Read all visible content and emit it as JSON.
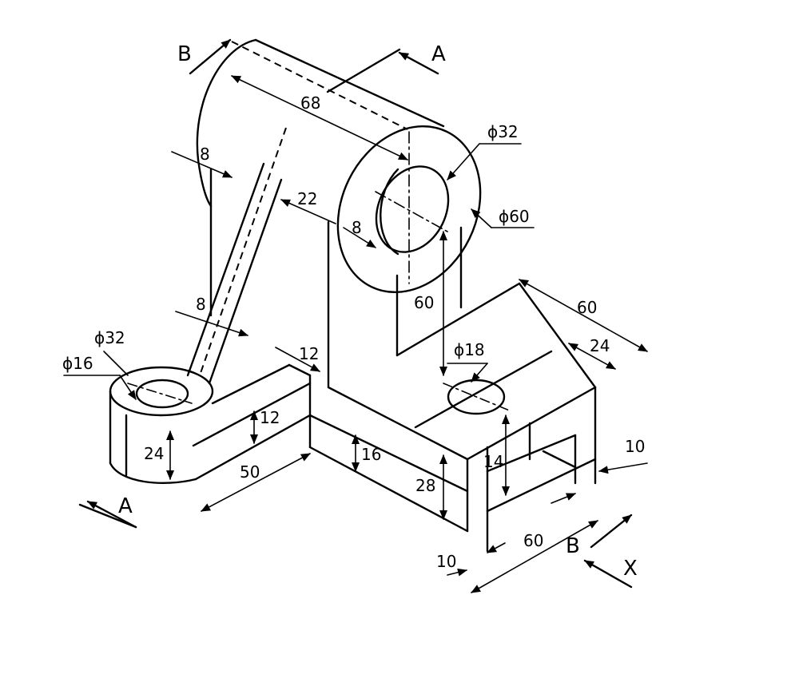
{
  "dimensions": {
    "d68": "68",
    "d8_top": "8",
    "d22": "22",
    "d8_bore": "8",
    "phi32_top": "ϕ32",
    "phi60": "ϕ60",
    "d60_height": "60",
    "d8_rib": "8",
    "phi32_boss": "ϕ32",
    "phi16": "ϕ16",
    "d12_top": "12",
    "d12_arm": "12",
    "d24_boss": "24",
    "d50": "50",
    "d16": "16",
    "d60_depth": "60",
    "d24_slot": "24",
    "phi18": "ϕ18",
    "d14": "14",
    "d28": "28",
    "d10_right": "10",
    "d60_width": "60",
    "d10_bottom": "10"
  },
  "views": {
    "a_top": "A",
    "a_bottom": "A",
    "b_top": "B",
    "b_bottom": "B",
    "x": "X"
  }
}
